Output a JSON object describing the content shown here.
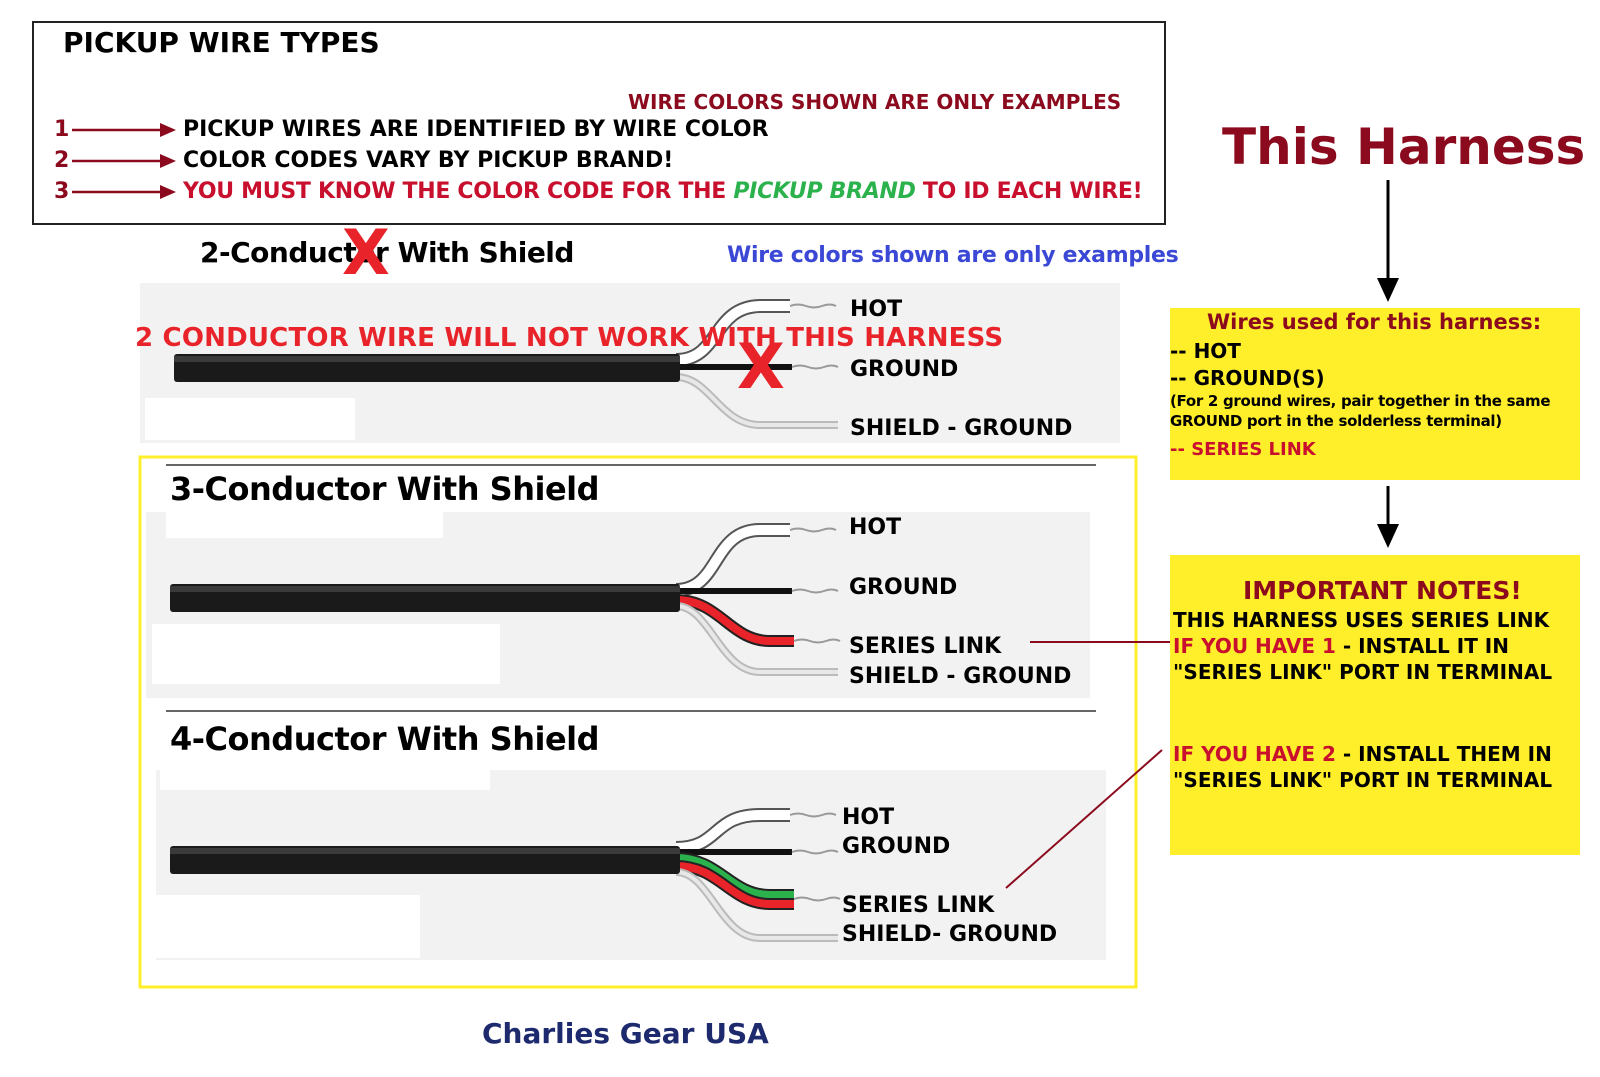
{
  "top_box": {
    "title": "PICKUP WIRE TYPES",
    "note": "WIRE COLORS SHOWN ARE ONLY EXAMPLES",
    "rules": [
      {
        "num": "1",
        "text": "PICKUP WIRES ARE IDENTIFIED BY WIRE COLOR"
      },
      {
        "num": "2",
        "text": "COLOR CODES VARY BY PICKUP BRAND!"
      },
      {
        "num": "3",
        "text_a": "YOU MUST KNOW THE COLOR CODE FOR THE",
        "text_b": "PICKUP BRAND",
        "text_c": "TO ID EACH WIRE!"
      }
    ]
  },
  "harness_title": "This Harness",
  "blue_note": "Wire colors shown are only examples",
  "two_conductor": {
    "heading": "2-Conductor With Shield",
    "warning": "2 CONDUCTOR WIRE WILL NOT WORK WITH THIS HARNESS",
    "x_mark": "X",
    "labels": [
      "HOT",
      "GROUND",
      "SHIELD - GROUND"
    ]
  },
  "three_conductor": {
    "heading": "3-Conductor With Shield",
    "labels": [
      "HOT",
      "GROUND",
      "SERIES LINK",
      "SHIELD - GROUND"
    ]
  },
  "four_conductor": {
    "heading": "4-Conductor With Shield",
    "labels": [
      "HOT",
      "GROUND",
      "SERIES LINK",
      "SHIELD- GROUND"
    ]
  },
  "wires_box": {
    "title": "Wires used for this harness:",
    "hot": "-- HOT",
    "ground": "-- GROUND(S)",
    "ground_note_1": "(For 2 ground wires, pair together in the same",
    "ground_note_2": "GROUND port in the solderless terminal)",
    "series": "-- SERIES LINK"
  },
  "notes_box": {
    "title": "IMPORTANT NOTES!",
    "line1": "THIS HARNESS USES SERIES LINK",
    "line2_a": "IF YOU HAVE 1",
    "line2_b": " - INSTALL IT IN",
    "line3": "\"SERIES LINK\" PORT IN TERMINAL",
    "line4_a": "IF YOU HAVE 2",
    "line4_b": " - INSTALL THEM IN",
    "line5": "\"SERIES LINK\" PORT IN TERMINAL"
  },
  "footer": "Charlies Gear USA",
  "colors": {
    "dark_red": "#8b0a1e",
    "bright_red": "#e8232a",
    "green": "#2bb24c",
    "blue": "#3b48d6",
    "yellow": "#ffee2a",
    "navy": "#1e2a6e"
  }
}
